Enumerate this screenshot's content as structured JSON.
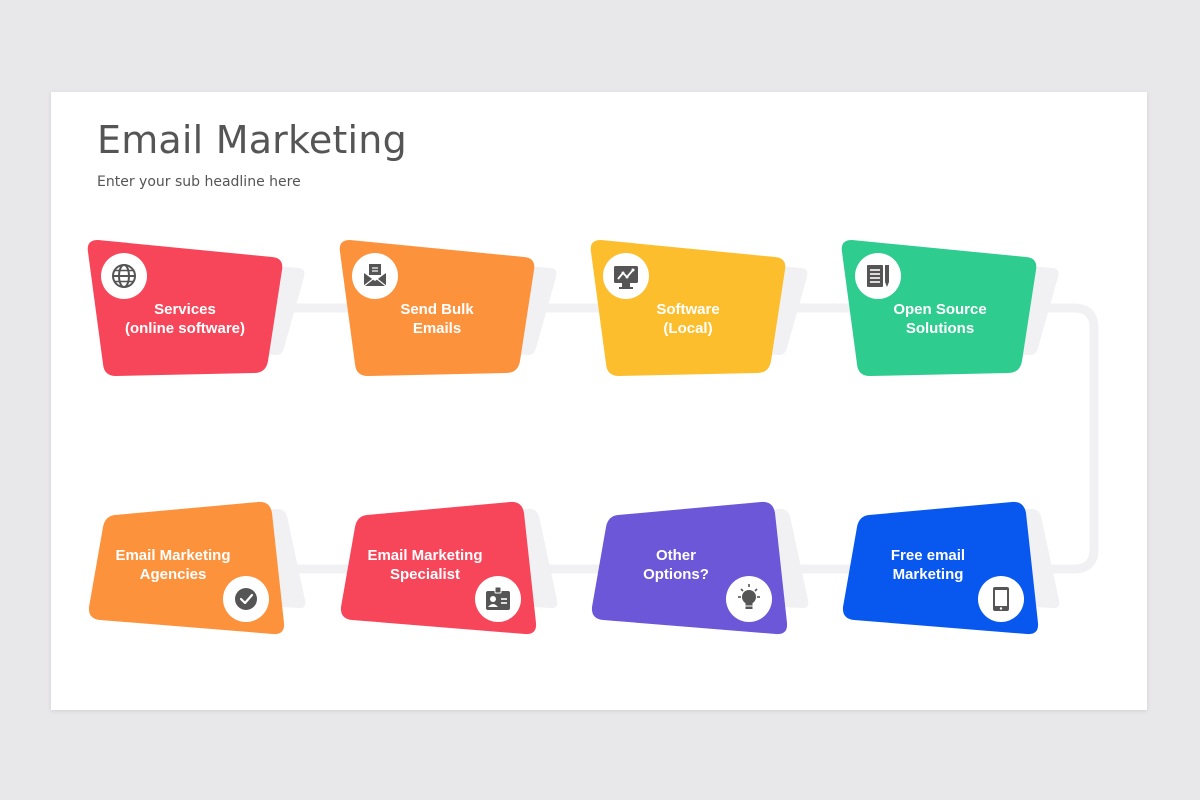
{
  "slide": {
    "title": "Email Marketing",
    "subtitle": "Enter your sub headline here"
  },
  "colors": {
    "red": "#f7465a",
    "orange": "#fd923d",
    "yellow": "#fdbe2d",
    "green": "#2ecc8f",
    "purple": "#6b57d8",
    "blue": "#0858f0",
    "connector": "#f1f1f3",
    "icon_gray": "#555555"
  },
  "cards": [
    {
      "id": "services",
      "line1": "Services",
      "line2": "(online software)",
      "color": "#f7465a",
      "icon": "globe-icon"
    },
    {
      "id": "send-bulk",
      "line1": "Send Bulk",
      "line2": "Emails",
      "color": "#fd923d",
      "icon": "envelope-icon"
    },
    {
      "id": "software",
      "line1": "Software",
      "line2": "(Local)",
      "color": "#fdbe2d",
      "icon": "monitor-chart-icon"
    },
    {
      "id": "open-source",
      "line1": "Open Source",
      "line2": "Solutions",
      "color": "#2ecc8f",
      "icon": "document-pen-icon"
    },
    {
      "id": "agencies",
      "line1": "Email Marketing",
      "line2": "Agencies",
      "color": "#fd923d",
      "icon": "check-circle-icon"
    },
    {
      "id": "specialist",
      "line1": "Email Marketing",
      "line2": "Specialist",
      "color": "#f7465a",
      "icon": "id-badge-icon"
    },
    {
      "id": "other",
      "line1": "Other",
      "line2": "Options?",
      "color": "#6b57d8",
      "icon": "lightbulb-icon"
    },
    {
      "id": "free",
      "line1": "Free email",
      "line2": "Marketing",
      "color": "#0858f0",
      "icon": "tablet-icon"
    }
  ]
}
